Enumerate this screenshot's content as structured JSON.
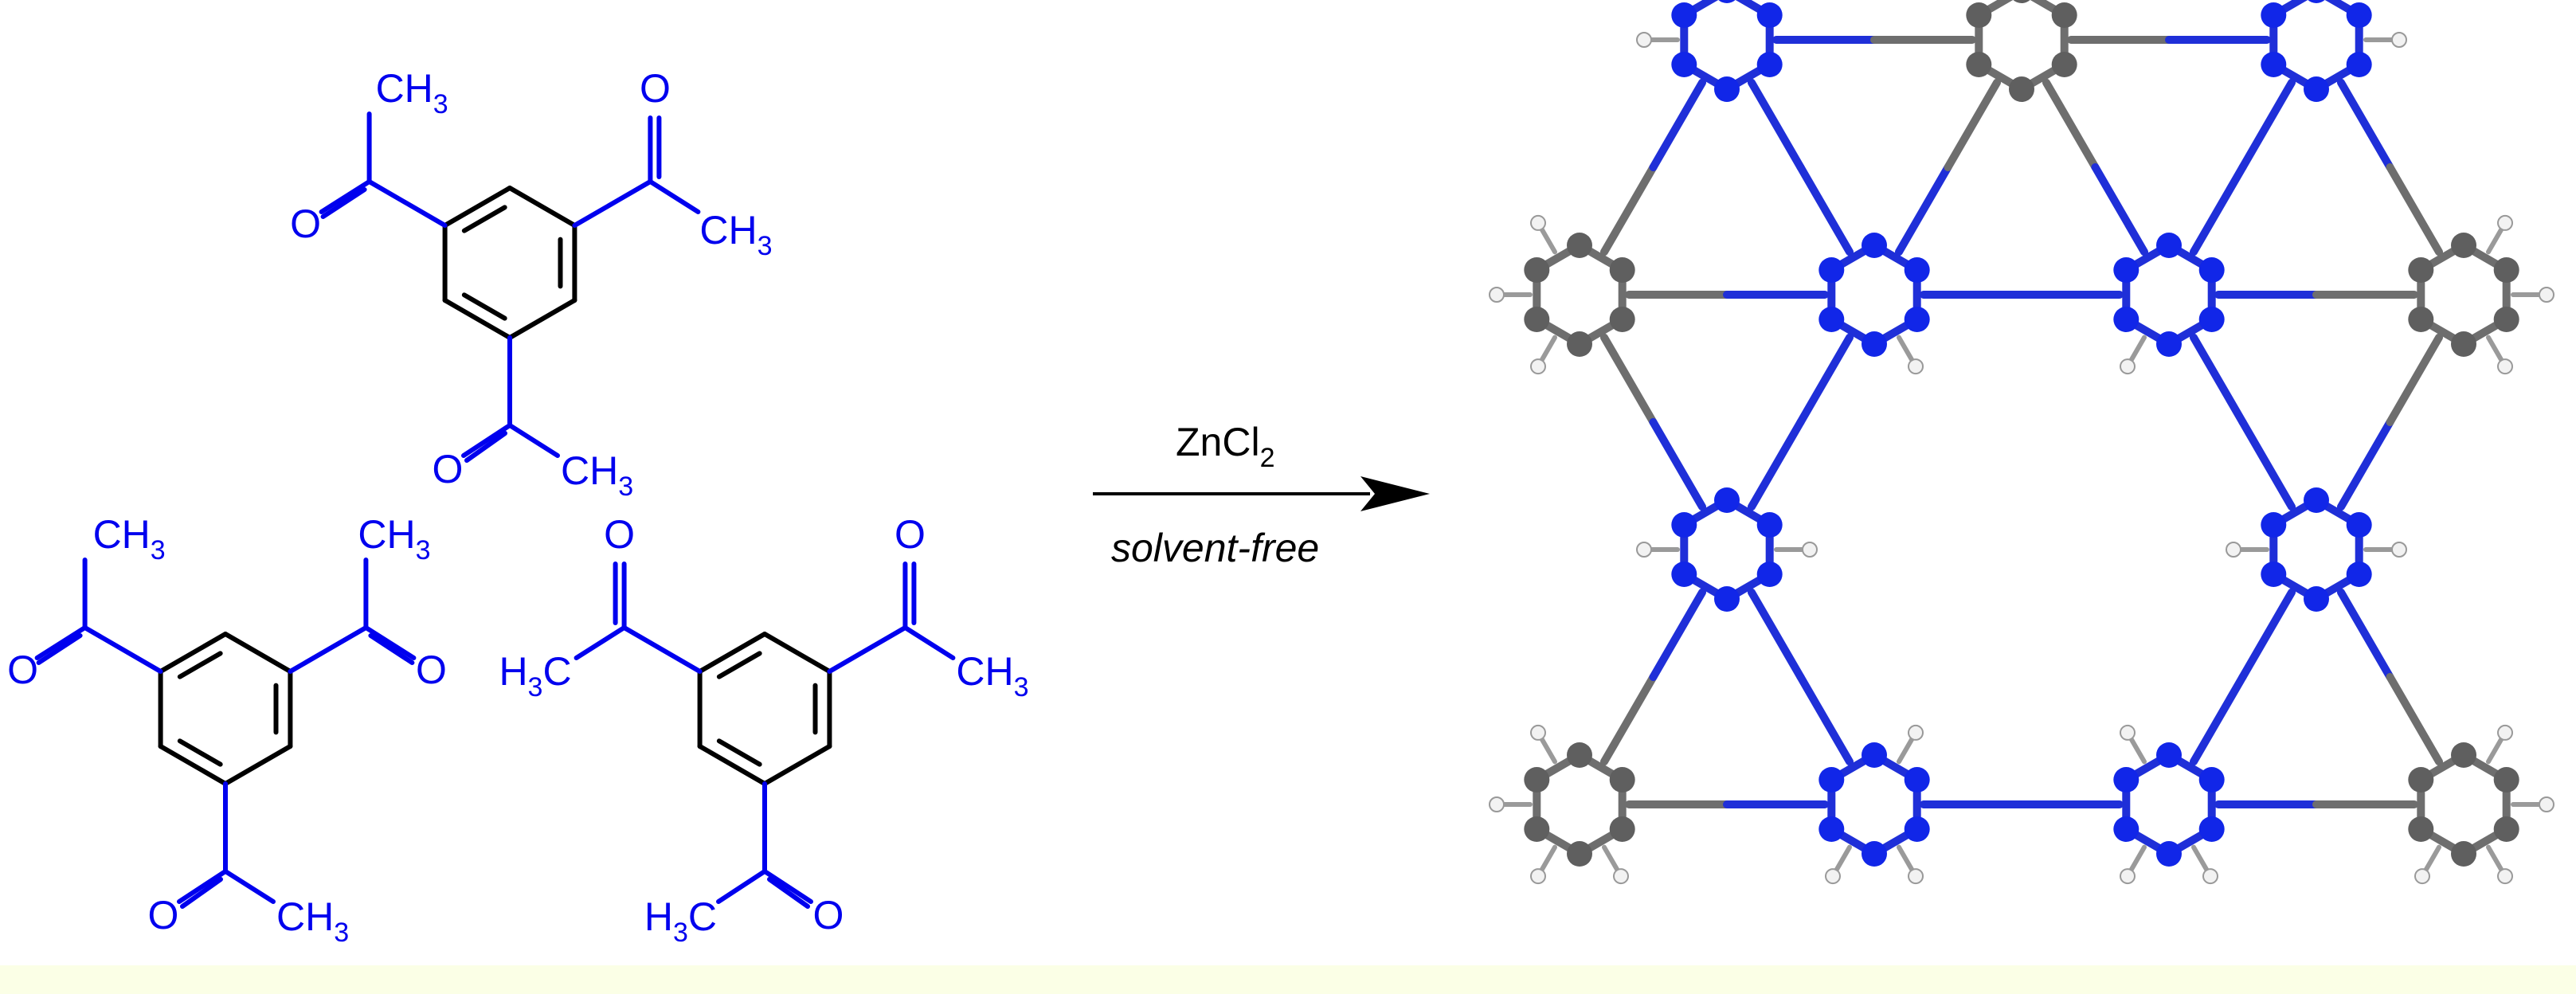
{
  "colors": {
    "ring": "#000000",
    "substituent": "#0000ee",
    "carbon_atom": "#5f5f5f",
    "nitrogen_atom": "#1126e8",
    "hydrogen_atom": "#f2f2f2",
    "footer_band": "#fbffe6"
  },
  "reaction": {
    "reagent_prefix": "ZnCl",
    "reagent_subscript": "2",
    "condition": "solvent-free"
  },
  "molecules": {
    "label_ch": "CH",
    "label_h": "H",
    "label_c": "C",
    "label_o": "O",
    "subscript_3": "3"
  },
  "product_model": {
    "description_free": true,
    "atom_types": [
      "C",
      "N",
      "H"
    ],
    "style": "ball-and-stick"
  }
}
